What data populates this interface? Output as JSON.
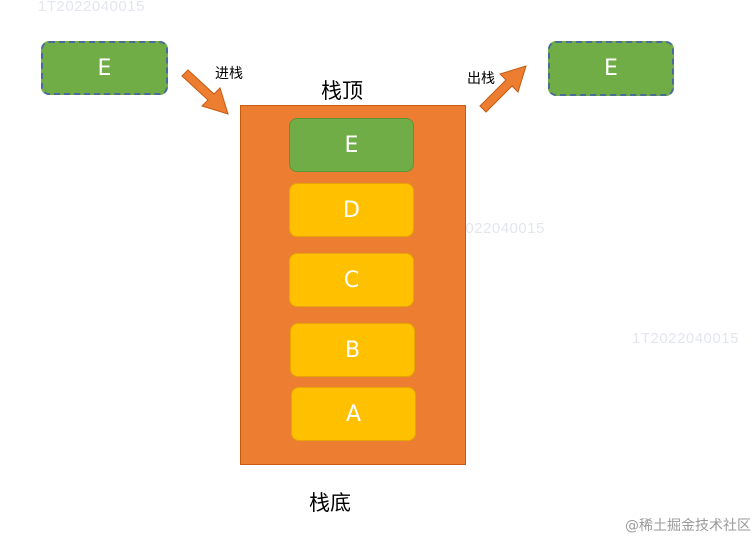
{
  "watermarks": [
    "1T2022040015",
    "1T2022040015",
    "1T2022040015"
  ],
  "push": {
    "label": "进栈",
    "element": "E"
  },
  "pop": {
    "label": "出栈",
    "element": "E"
  },
  "stack": {
    "top_label": "栈顶",
    "bottom_label": "栈底",
    "items": [
      "E",
      "D",
      "C",
      "B",
      "A"
    ]
  },
  "credit": "@稀土掘金技术社区",
  "colors": {
    "stack": "#ed7d31",
    "item": "#ffc000",
    "top_item": "#70ad47",
    "arrow": "#ed7d31",
    "dashed_border": "#4a6a9a"
  }
}
